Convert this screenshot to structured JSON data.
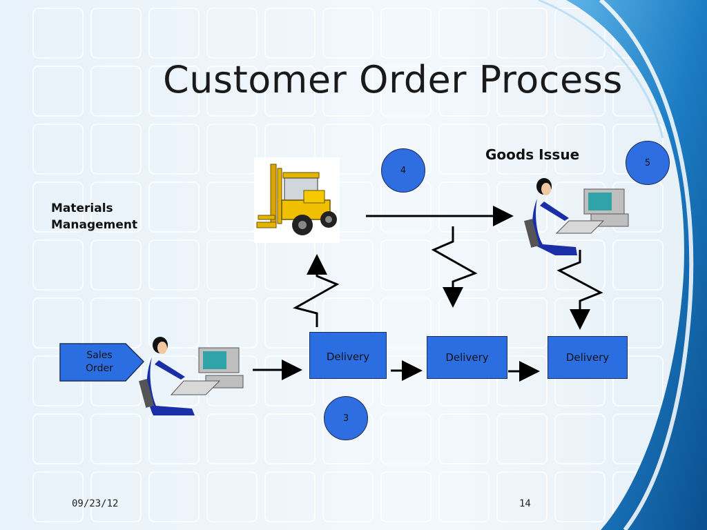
{
  "slide": {
    "title": "Customer Order Process",
    "materials_management_line1": "Materials",
    "materials_management_line2": "Management",
    "goods_issue": "Goods Issue",
    "sales_order_line1": "Sales",
    "sales_order_line2": "Order",
    "delivery_1": "Delivery",
    "delivery_2": "Delivery",
    "delivery_3": "Delivery",
    "step_3": "3",
    "step_4": "4",
    "step_5": "5",
    "footer_date": "09/23/12",
    "footer_page": "14"
  },
  "colors": {
    "box_fill": "#2b6ee2",
    "background": "#eef5fb",
    "swoosh": "#1a78c2"
  },
  "icons": [
    "forklift-icon",
    "person-at-computer-icon"
  ]
}
